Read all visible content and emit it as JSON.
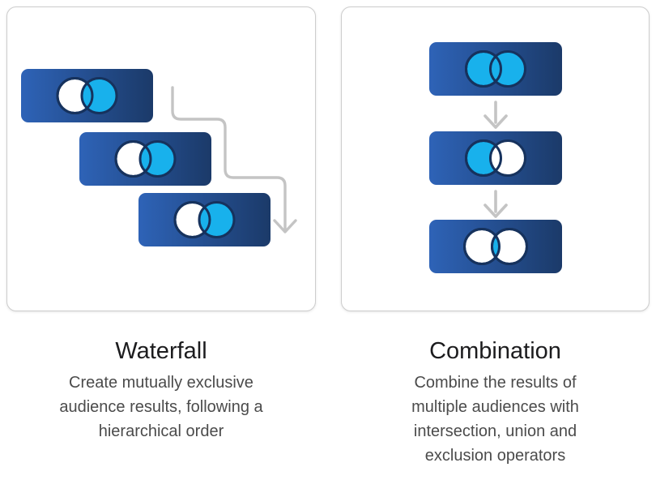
{
  "colors": {
    "card_border": "#cdcdcd",
    "segment_gradient_start": "#2e63b7",
    "segment_gradient_end": "#1b3a69",
    "venn_cyan": "#18b1ec",
    "venn_white": "#ffffff",
    "venn_stroke": "#16325d",
    "arrow_gray": "#c4c4c4",
    "title_color": "#1c1c1e",
    "description_color": "#4b4b4b"
  },
  "options": [
    {
      "id": "waterfall",
      "title": "Waterfall",
      "description": "Create mutually exclusive audience results, following a hierarchical order",
      "description_lines": [
        "Create mutually exclusive",
        "audience results, following a",
        "hierarchical order"
      ],
      "illustration": {
        "segments": [
          "venn-right-highlight",
          "venn-right-highlight",
          "venn-right-highlight"
        ],
        "flow_icon": "cascading-down-arrow"
      }
    },
    {
      "id": "combination",
      "title": "Combination",
      "description": "Combine the results of multiple audiences with intersection, union and exclusion operators",
      "description_lines": [
        "Combine the results of",
        "multiple audiences with",
        "intersection, union and",
        "exclusion operators"
      ],
      "illustration": {
        "segments": [
          "venn-union",
          "venn-exclusion",
          "venn-intersection"
        ],
        "flow_icon": "down-arrow"
      }
    }
  ]
}
